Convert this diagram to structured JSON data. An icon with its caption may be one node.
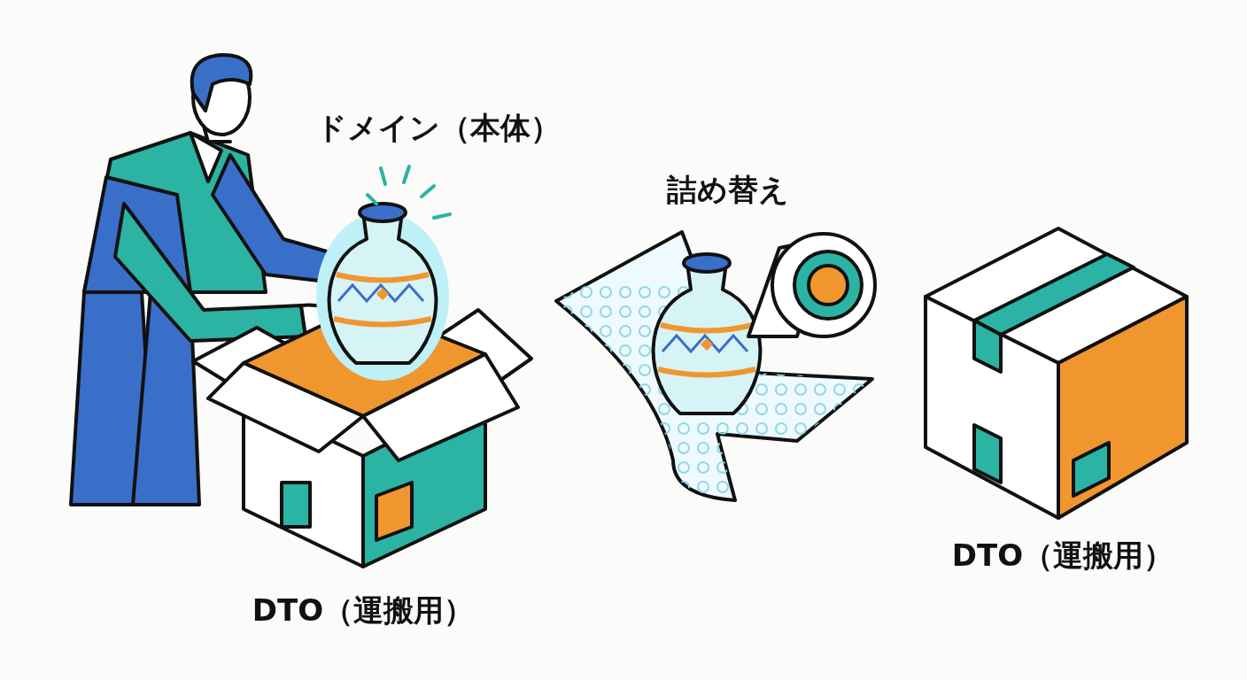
{
  "diagram": {
    "labels": [
      "ドメイン（本体）",
      "詰め替え",
      "DTO（運搬用）",
      "DTO（運搬用）"
    ]
  }
}
